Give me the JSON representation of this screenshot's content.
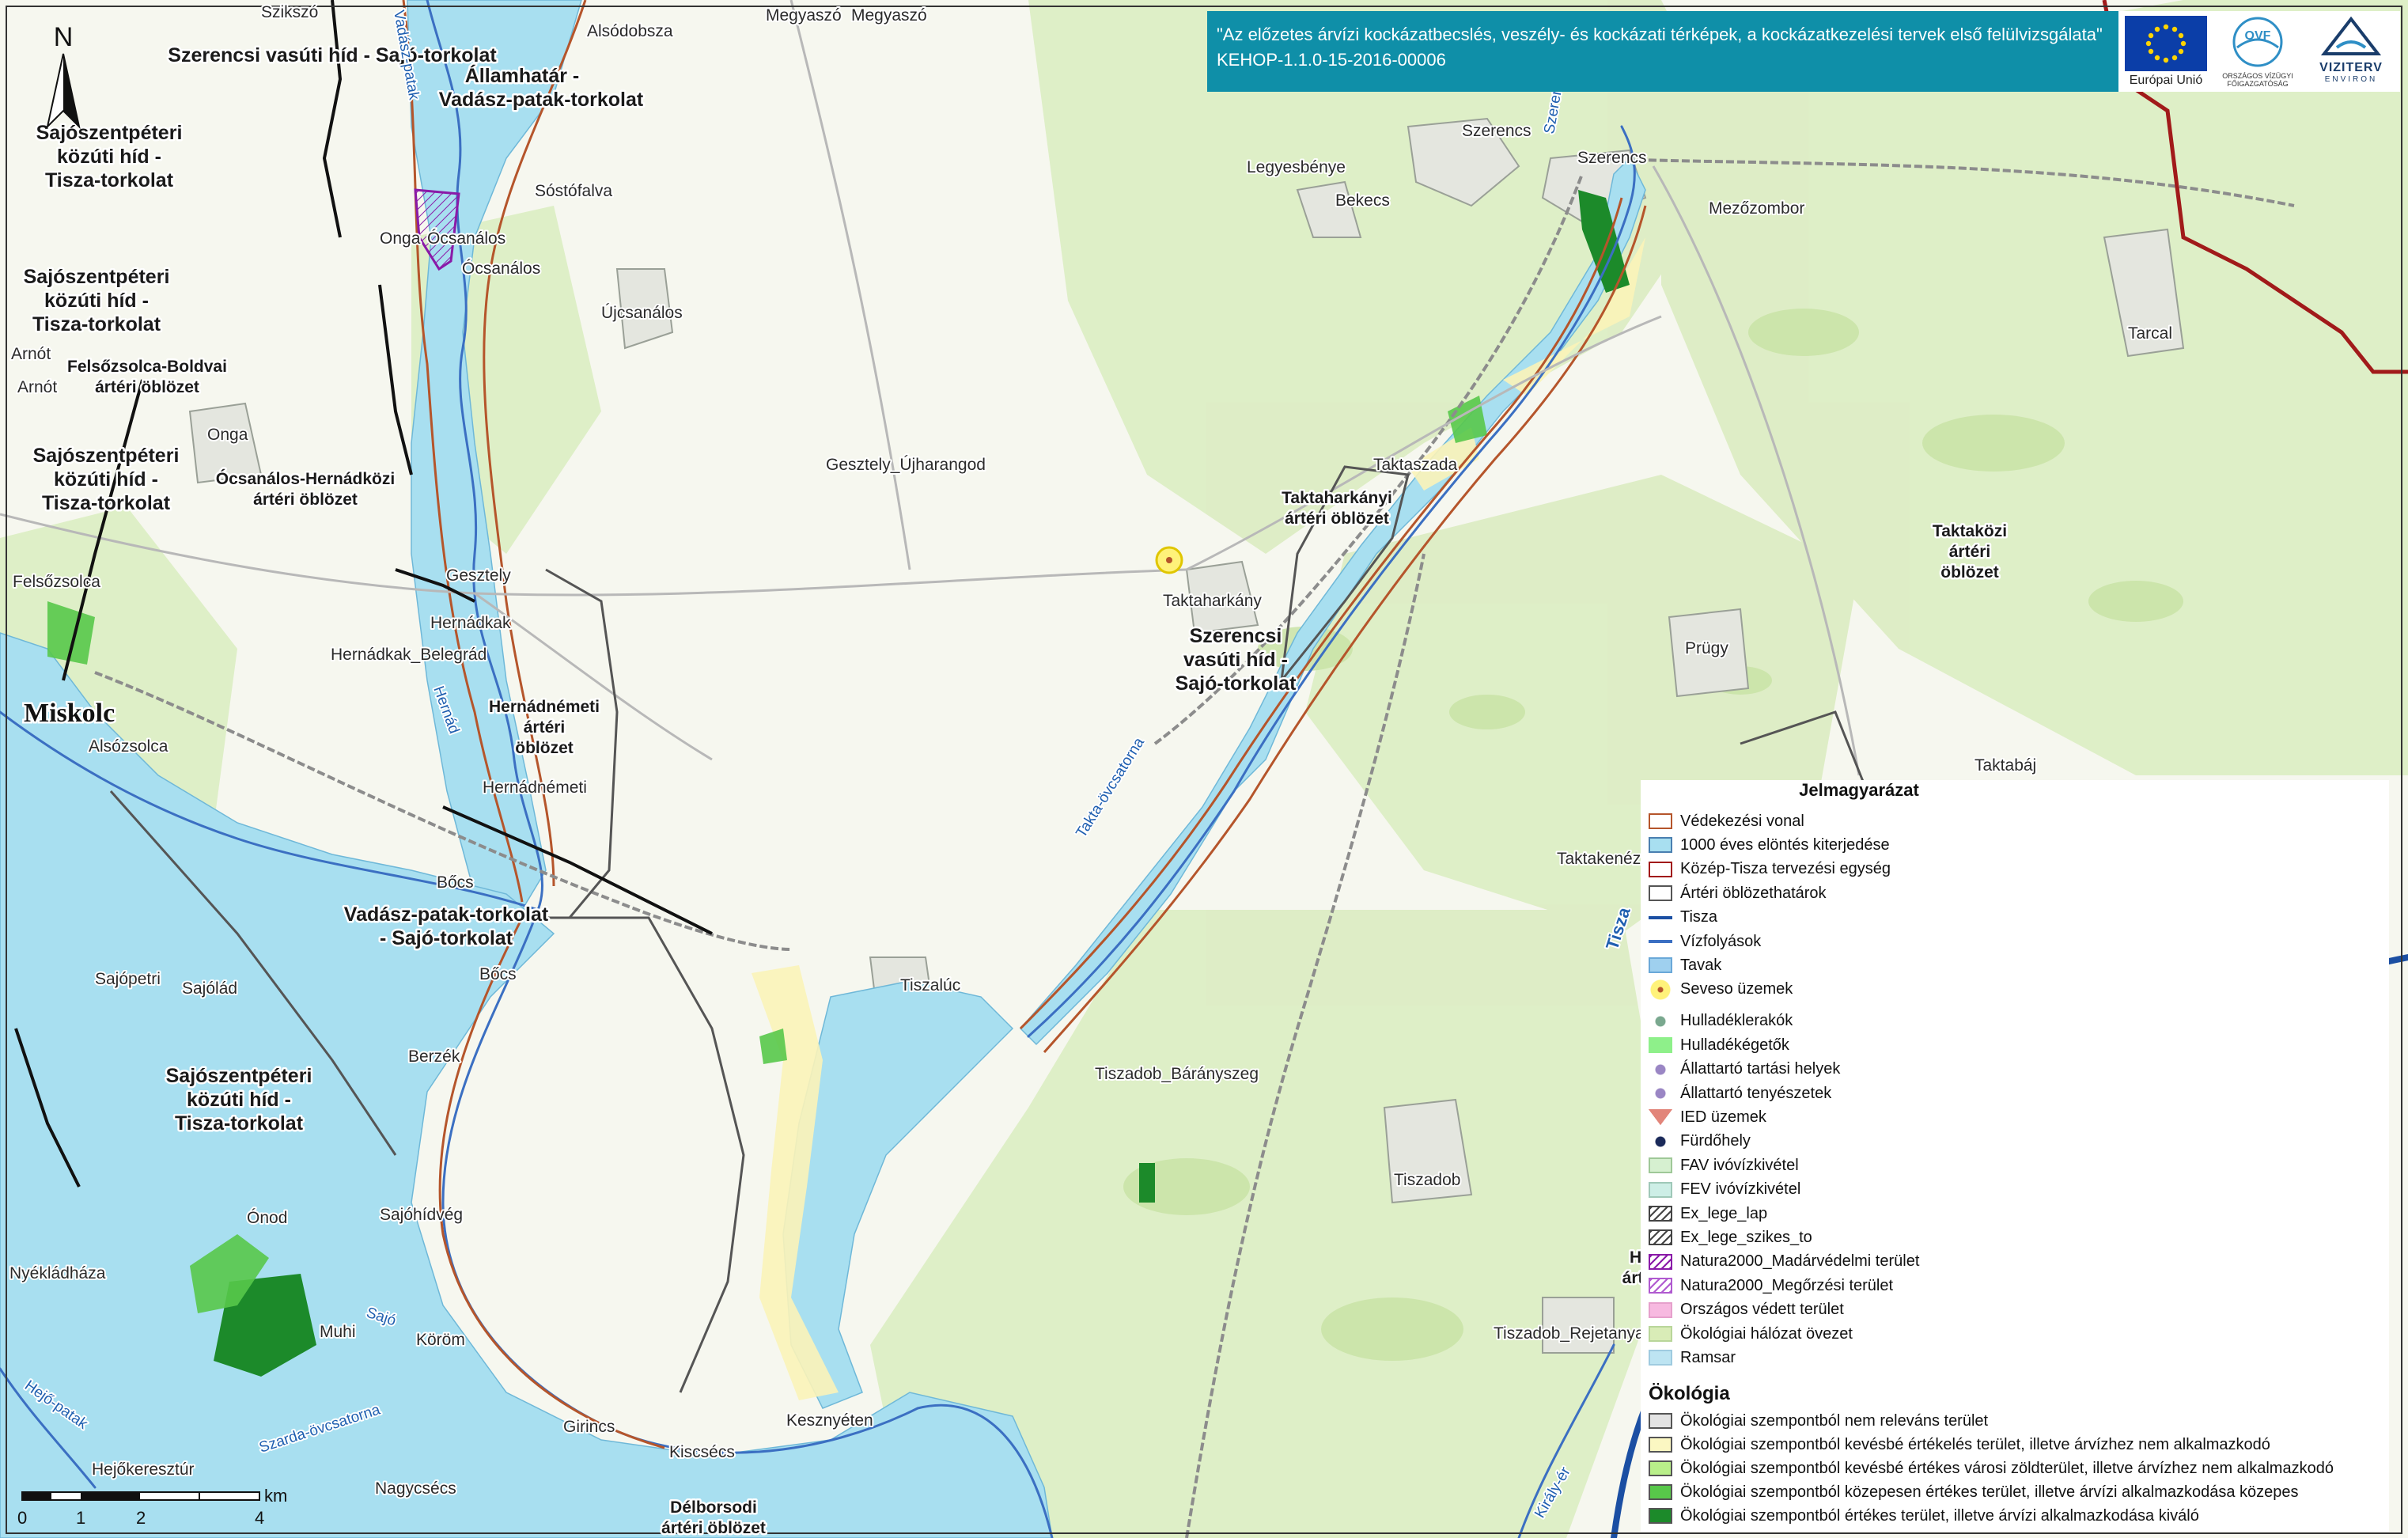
{
  "header": {
    "title_line1": "\"Az előzetes árvízi kockázatbecslés, veszély- és kockázati térképek, a kockázatkezelési tervek első felülvizsgálata\"",
    "title_line2": "KEHOP-1.1.0-15-2016-00006",
    "background_color": "#0f8fa8"
  },
  "logos": {
    "eu_caption": "Európai Unió",
    "ovf_caption": "ORSZÁGOS VÍZÜGYI FŐIGAZGATÓSÁG",
    "ovf_mark": "OVF",
    "viziterv_caption": "VIZITERV",
    "viziterv_sub": "ENVIRON"
  },
  "compass": {
    "label": "N"
  },
  "scale": {
    "ticks": [
      "0",
      "1",
      "2",
      "4"
    ],
    "unit": "km"
  },
  "map_labels": {
    "places": [
      "Szikszó",
      "Alsódobsza",
      "Megyaszó",
      "Megyaszó",
      "Sóstófalva",
      "Onga",
      "Ócsanálos",
      "Ócsanálos",
      "Újcsanálos",
      "Legyesbénye",
      "Bekecs",
      "Szerencs",
      "Szerencs",
      "Mezőzombor",
      "Tarcal",
      "Arnót",
      "Arnót",
      "Onga",
      "Gesztely_Újharangod",
      "Taktaszada",
      "Taktaharkány",
      "Felsőzsolca",
      "Gesztely",
      "Hernádkak",
      "Hernádkak_Belegrád",
      "Prügy",
      "Alsózsolca",
      "Hernádnémeti",
      "Taktabáj",
      "Taktakenéz",
      "Bőcs",
      "Bőcs",
      "Sajópetri",
      "Sajólád",
      "Tiszalúc",
      "Berzék",
      "Tiszadob_Bárányszeg",
      "Sajóhídvég",
      "Ónod",
      "Tiszadob",
      "Nyékládháza",
      "Köröm",
      "Muhi",
      "Tiszadob_Rejetanya",
      "Girincs",
      "Kesznyéten",
      "Hejőkeresztúr",
      "Kiscsécs",
      "Nagycsécs"
    ],
    "city": "Miskolc",
    "regions": [
      [
        "Szerencsi vasúti híd - Sajó-torkolat"
      ],
      [
        "Államhatár -",
        "Vadász-patak-torkolat"
      ],
      [
        "Sajószentpéteri",
        "közúti híd -",
        "Tisza-torkolat"
      ],
      [
        "Sajószentpéteri",
        "közúti híd -",
        "Tisza-torkolat"
      ],
      [
        "Felsőzsolca-Boldvai",
        "ártéri öblözet"
      ],
      [
        "Sajószentpéteri",
        "közúti híd -",
        "Tisza-torkolat"
      ],
      [
        "Ócsanálos-Hernádközi",
        "ártéri öblözet"
      ],
      [
        "Taktaharkányi",
        "ártéri öblözet"
      ],
      [
        "Taktaközi",
        "ártéri",
        "öblözet"
      ],
      [
        "Szerencsi",
        "vasúti híd -",
        "Sajó-torkolat"
      ],
      [
        "Hernádnémeti",
        "ártéri",
        "öblözet"
      ],
      [
        "Vadász-patak-torkolat",
        "- Sajó-torkolat"
      ],
      [
        "Sajószentpéteri",
        "közúti híd -",
        "Tisza-torkolat"
      ],
      [
        "Délborsodi",
        "ártéri öblözet"
      ],
      [
        "Ho",
        "ártér"
      ]
    ],
    "waters": [
      "Vadász-patak",
      "Hernád",
      "Takta-övcsatorna",
      "Sajó",
      "Szarda-övcsatorna",
      "Hejő-patak",
      "Tisza",
      "Király-ér",
      "Szerencs-patak"
    ]
  },
  "legend": {
    "title": "Jelmagyarázat",
    "items": [
      {
        "label": "Védekezési vonal",
        "kind": "line",
        "color": "#b5552b"
      },
      {
        "label": "1000 éves elöntés kiterjedése",
        "kind": "box",
        "color": "#a8dff0",
        "border": "#4a7fb0"
      },
      {
        "label": "Közép-Tisza tervezési egység",
        "kind": "box",
        "color": "#ffffff",
        "border": "#a11a1a"
      },
      {
        "label": "Ártéri öblözethatárok",
        "kind": "box",
        "color": "#ffffff",
        "border": "#555555"
      },
      {
        "label": "Tisza",
        "kind": "line",
        "color": "#1b4fa3"
      },
      {
        "label": "Vízfolyások",
        "kind": "line",
        "color": "#3b6fc2"
      },
      {
        "label": "Tavak",
        "kind": "box",
        "color": "#9fd0ef",
        "border": "#6aa8d8"
      },
      {
        "label": "Seveso üzemek",
        "kind": "circle",
        "color": "#fff27a",
        "border": "#e0c600"
      },
      {
        "label": "Hulladéklerakók",
        "kind": "dot",
        "color": "#7aa88f"
      },
      {
        "label": "Hulladékégetők",
        "kind": "box",
        "color": "#8ef08a",
        "border": "#8ef08a"
      },
      {
        "label": "Állattartó tartási helyek",
        "kind": "dot",
        "color": "#9a86c4"
      },
      {
        "label": "Állattartó tenyészetek",
        "kind": "dot",
        "color": "#9a86c4"
      },
      {
        "label": "IED üzemek",
        "kind": "triangle",
        "color": "#e2857a"
      },
      {
        "label": "Fürdőhely",
        "kind": "dot",
        "color": "#1b2a5a"
      },
      {
        "label": "FAV ivóvízkivétel",
        "kind": "box",
        "color": "#d6f0d0",
        "border": "#9fc898"
      },
      {
        "label": "FEV ivóvízkivétel",
        "kind": "box",
        "color": "#cdeee6",
        "border": "#9fc8b8"
      },
      {
        "label": "Ex_lege_lap",
        "kind": "hatch",
        "color": "#444444"
      },
      {
        "label": "Ex_lege_szikes_to",
        "kind": "hatch",
        "color": "#444444"
      },
      {
        "label": "Natura2000_Madárvédelmi terület",
        "kind": "hatch",
        "color": "#8a1aa8"
      },
      {
        "label": "Natura2000_Megőrzési terület",
        "kind": "hatch",
        "color": "#b05ad0"
      },
      {
        "label": "Országos védett terület",
        "kind": "box",
        "color": "#f7b9e0",
        "border": "#e6a0cc"
      },
      {
        "label": "Ökológiai hálózat övezet",
        "kind": "box",
        "color": "#d9ecb7",
        "border": "#b9d69a"
      },
      {
        "label": "Ramsar",
        "kind": "box",
        "color": "#bde4f2",
        "border": "#9fcbe0"
      }
    ],
    "section_title": "Ökológia",
    "eco_items": [
      {
        "label": "Ökológiai szempontból nem releváns terület",
        "color": "#e3e3e3"
      },
      {
        "label": "Ökológiai szempontból kevésbé értékelés terület, illetve árvízhez nem alkalmazkodó",
        "color": "#fbf7c2"
      },
      {
        "label": "Ökológiai szempontból kevésbé értékes városi zöldterület, illetve árvízhez nem alkalmazkodó",
        "color": "#b9ef8a"
      },
      {
        "label": "Ökológiai szempontból közepesen értékes terület, illetve árvízi alkalmazkodása közepes",
        "color": "#58c84a"
      },
      {
        "label": "Ökológiai szempontból értékes terület, illetve árvízi alkalmazkodása kiváló",
        "color": "#1c8a2a"
      }
    ]
  }
}
